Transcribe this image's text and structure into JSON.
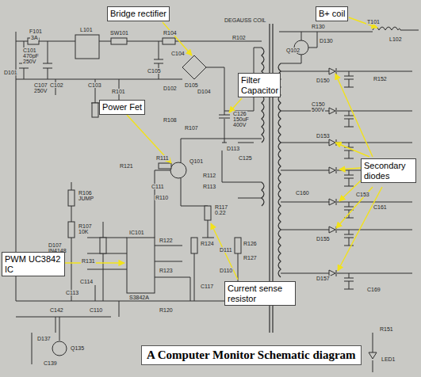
{
  "diagram": {
    "caption": "A Computer Monitor Schematic diagram",
    "nodes": [
      {
        "text": [
          "Bridge rectifier"
        ]
      },
      {
        "text": [
          "B+ coil"
        ]
      },
      {
        "text": [
          "Filter Capacitor"
        ]
      },
      {
        "text": [
          "Power Fet"
        ]
      },
      {
        "text": [
          "Secondary diodes"
        ]
      },
      {
        "text": [
          "PWM UC3842 IC"
        ]
      },
      {
        "text": [
          "Current sense resistor"
        ]
      }
    ],
    "labels": [
      "F101",
      "3A",
      "C101",
      "470pF",
      "250V",
      "D101",
      "L101",
      "SW101",
      "R104",
      "C104",
      "D105",
      "D104",
      "C105",
      "R102",
      "DEGAUSS COIL",
      "C102",
      "C107",
      "250V",
      "C103",
      "R101",
      "D102",
      "C126",
      "150uF",
      "400V",
      "R108",
      "R107",
      "D113",
      "C125",
      "R121",
      "R111",
      "Q101",
      "C111",
      "R110",
      "R113",
      "R112",
      "R106",
      "JUMP",
      "R107",
      "10K",
      "D107",
      "IN4148",
      "R131",
      "C113",
      "IC101",
      "S3842A",
      "C114",
      "R122",
      "R123",
      "R124",
      "R126",
      "R127",
      "R117",
      "0.22",
      "C117",
      "D110",
      "D111",
      "C142",
      "C110",
      "R120",
      "D137",
      "Q135",
      "C139",
      "T101",
      "L102",
      "R130",
      "D130",
      "Q102",
      "R152",
      "D150",
      "C150",
      "500V",
      "D153",
      "C153",
      "D155",
      "C169",
      "D157",
      "R151",
      "LED1",
      "C160",
      "C161"
    ]
  }
}
